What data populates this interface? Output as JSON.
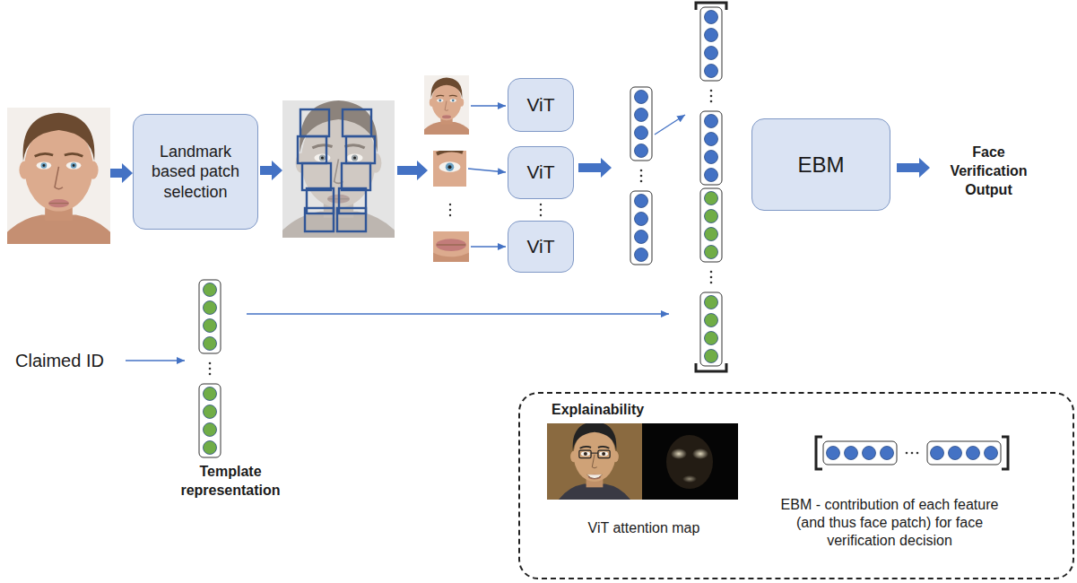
{
  "diagram": {
    "nodes": [
      {
        "text": [
          "Landmark based patch selection"
        ]
      },
      {
        "text": [
          "ViT"
        ]
      },
      {
        "text": [
          "ViT"
        ]
      },
      {
        "text": [
          "ViT"
        ]
      },
      {
        "text": [
          "EBM"
        ]
      },
      {
        "text": [
          "Explainability",
          "ViT attention map",
          "EBM - contribution of each feature (and thus face patch) for face verification decision"
        ]
      }
    ],
    "labels": [
      "Face Verification Output",
      "Claimed ID",
      "Template representation"
    ]
  }
}
